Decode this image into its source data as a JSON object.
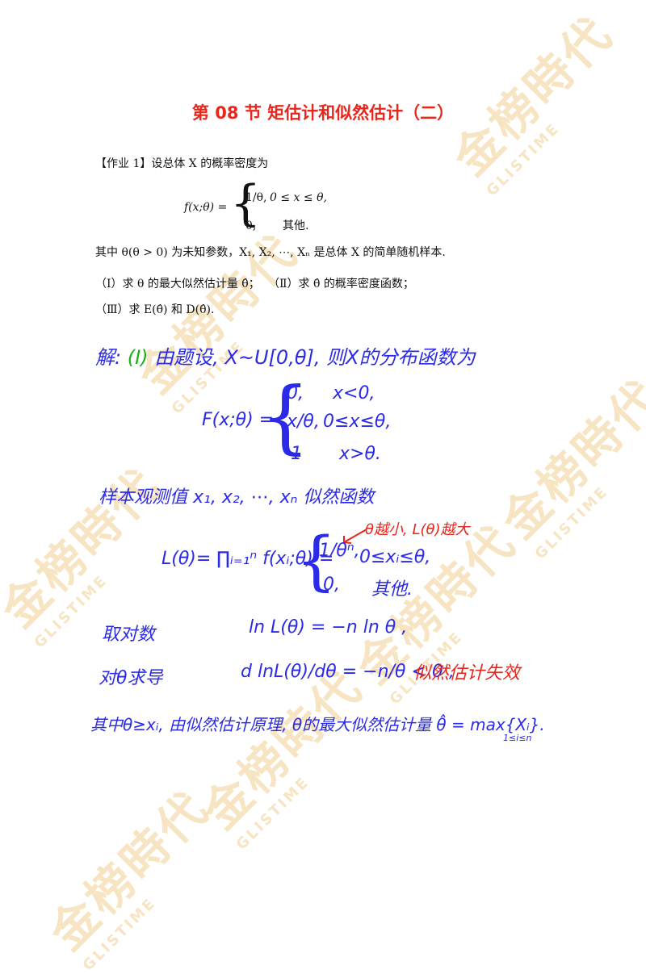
{
  "watermark": {
    "text": "金榜時代",
    "sub": "GLISTIME",
    "color": "#ecc478"
  },
  "title": "第 08 节  矩估计和似然估计（二）",
  "problem": {
    "intro": "【作业 1】设总体 X 的概率密度为",
    "formula_lhs": "f(x;θ) =",
    "case1_value": "1/θ,",
    "case1_cond": "0 ≤ x ≤ θ,",
    "case2_value": "0,",
    "case2_cond": "其他.",
    "condition": "其中 θ(θ > 0) 为未知参数，X₁, X₂, ⋯, Xₙ 是总体 X 的简单随机样本.",
    "part1": "（Ⅰ）求 θ 的最大似然估计量 θ̂；",
    "part2": "（Ⅱ）求 θ̂ 的概率密度函数；",
    "part3": "（Ⅲ）求 E(θ̂) 和 D(θ̂)."
  },
  "solution": {
    "intro_label": "解:",
    "intro_mark": "(Ⅰ)",
    "intro_text": "由题设, X~U[0,θ], 则X的分布函数为",
    "F_lhs": "F(x;θ) =",
    "F_rows": [
      {
        "value": "0,",
        "cond": "x<0,"
      },
      {
        "value": "x/θ,",
        "cond": "0≤x≤θ,"
      },
      {
        "value": "1",
        "cond": "x>θ."
      }
    ],
    "sample_text": "样本观测值 x₁, x₂, ⋯, xₙ 似然函数",
    "annotation": "θ越小, L(θ)越大",
    "L_lhs": "L(θ)= ∏ᵢ₌₁ⁿ f(xᵢ;θ) =",
    "L_rows": [
      {
        "value": "1/θⁿ,",
        "cond": "0≤xᵢ≤θ,"
      },
      {
        "value": "0,",
        "cond": "其他."
      }
    ],
    "log_label": "取对数",
    "log_expr": "ln L(θ) = −n ln θ ,",
    "deriv_label": "对θ求导",
    "deriv_expr": "d lnL(θ)/dθ = −n/θ < 0 ,",
    "fail_note": "似然估计失效",
    "conclusion": "其中θ≥xᵢ, 由似然估计原理, θ的最大似然估计量 θ̂ = max{Xᵢ}.",
    "conclusion_sub": "1≤i≤n"
  },
  "colors": {
    "title": "#e8261c",
    "handwriting": "#2a2ae8",
    "annotation": "#e8261c",
    "mark": "#1ab01a"
  }
}
